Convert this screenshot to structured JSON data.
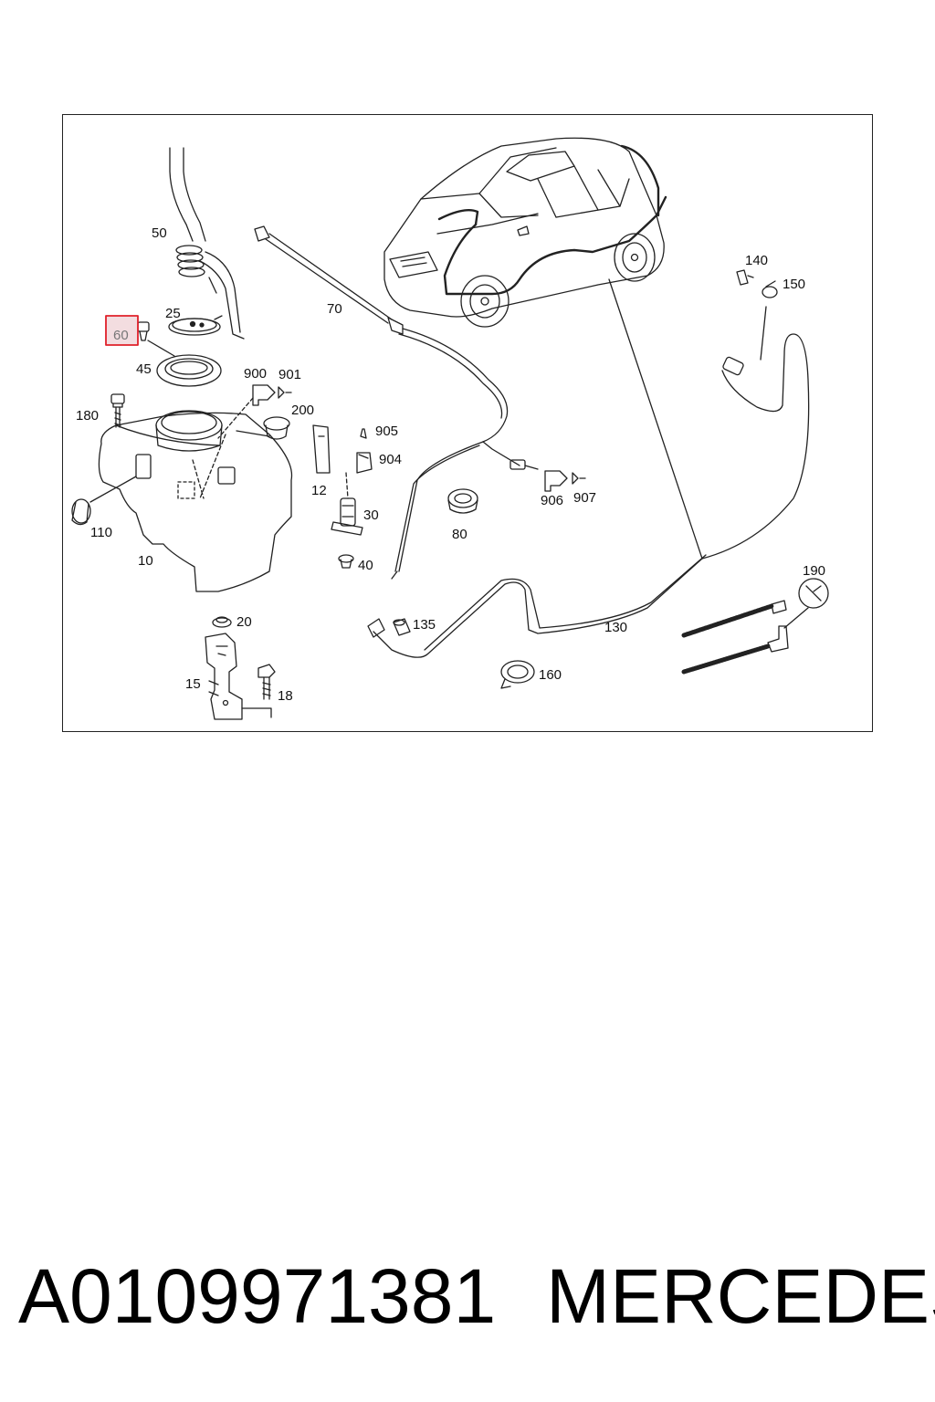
{
  "highlighted_part": "60",
  "part_labels": {
    "p50": "50",
    "p25": "25",
    "p60": "60",
    "p45": "45",
    "p180": "180",
    "p900": "900",
    "p901": "901",
    "p200": "200",
    "p905": "905",
    "p904": "904",
    "p12": "12",
    "p30": "30",
    "p40": "40",
    "p110": "110",
    "p10": "10",
    "p20": "20",
    "p15": "15",
    "p18": "18",
    "p70": "70",
    "p906": "906",
    "p907": "907",
    "p80": "80",
    "p135": "135",
    "p130": "130",
    "p160": "160",
    "p140": "140",
    "p150": "150",
    "p190": "190"
  },
  "footer": {
    "part_number": "A0109971381",
    "brand": "MERCEDES"
  },
  "colors": {
    "highlight": "#e0202a",
    "highlight_fill": "#f3dde0",
    "line": "#222222"
  }
}
